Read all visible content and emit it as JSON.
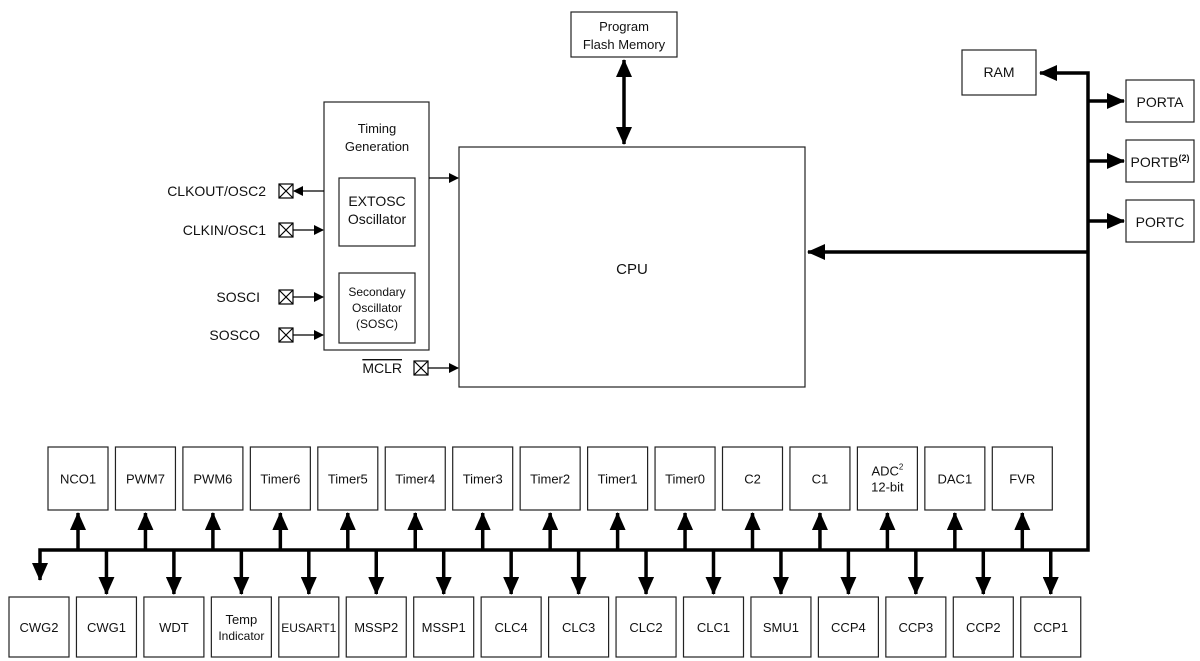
{
  "cpu": "CPU",
  "flash": [
    "Program",
    "Flash Memory"
  ],
  "ram": "RAM",
  "ports": [
    {
      "label": "PORTA",
      "sup": ""
    },
    {
      "label": "PORTB",
      "sup": "(2)"
    },
    {
      "label": "PORTC",
      "sup": ""
    }
  ],
  "timing": {
    "title": [
      "Timing",
      "Generation"
    ],
    "extosc": [
      "EXTOSC",
      "Oscillator"
    ],
    "sosc": [
      "Secondary",
      "Oscillator",
      "(SOSC)"
    ]
  },
  "pins": {
    "clkout": "CLKOUT/OSC2",
    "clkin": "CLKIN/OSC1",
    "sosci": "SOSCI",
    "sosco": "SOSCO",
    "mclr": "MCLR"
  },
  "top_peripherals": [
    [
      "NCO1"
    ],
    [
      "PWM7"
    ],
    [
      "PWM6"
    ],
    [
      "Timer6"
    ],
    [
      "Timer5"
    ],
    [
      "Timer4"
    ],
    [
      "Timer3"
    ],
    [
      "Timer2"
    ],
    [
      "Timer1"
    ],
    [
      "Timer0"
    ],
    [
      "C2"
    ],
    [
      "C1"
    ],
    [
      "ADC",
      "12-bit"
    ],
    [
      "DAC1"
    ],
    [
      "FVR"
    ]
  ],
  "adc_sup": "2",
  "bottom_peripherals": [
    [
      "CWG2"
    ],
    [
      "CWG1"
    ],
    [
      "WDT"
    ],
    [
      "Temp",
      "Indicator"
    ],
    [
      "EUSART1"
    ],
    [
      "MSSP2"
    ],
    [
      "MSSP1"
    ],
    [
      "CLC4"
    ],
    [
      "CLC3"
    ],
    [
      "CLC2"
    ],
    [
      "CLC1"
    ],
    [
      "SMU1"
    ],
    [
      "CCP4"
    ],
    [
      "CCP3"
    ],
    [
      "CCP2"
    ],
    [
      "CCP1"
    ]
  ]
}
